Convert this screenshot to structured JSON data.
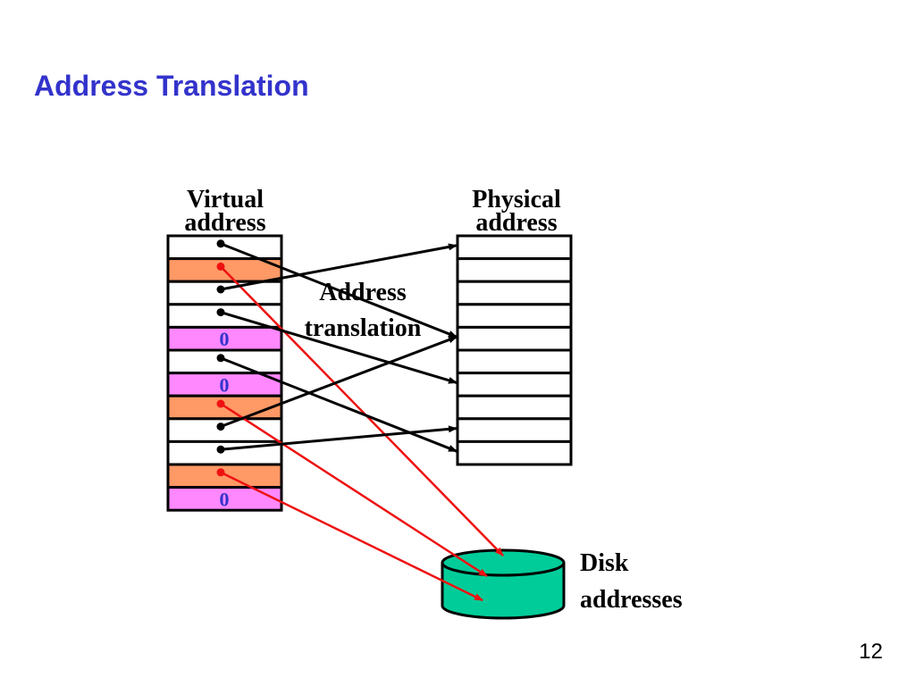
{
  "slide": {
    "title": "Address Translation",
    "page_number": "12"
  },
  "labels": {
    "virtual_line1": "Virtual",
    "virtual_line2": "address",
    "physical_line1": "Physical",
    "physical_line2": "address",
    "translation_line1": "Address",
    "translation_line2": "translation",
    "disk_line1": "Disk",
    "disk_line2": "addresses"
  },
  "colors": {
    "title": "#3333cc",
    "resident_entry": "#ffffff",
    "on_disk_entry": "#ff9966",
    "zero_entry": "#ff88ff",
    "disk": "#00cc99",
    "mapping_arrow": "#000000",
    "disk_arrow": "#ee1111",
    "zero_text": "#3333cc"
  },
  "virtual_entries": [
    {
      "kind": "mapped",
      "text": "",
      "target_frame": 4
    },
    {
      "kind": "disk",
      "text": "",
      "target_disk": 0
    },
    {
      "kind": "mapped",
      "text": "",
      "target_frame": 0
    },
    {
      "kind": "mapped",
      "text": "",
      "target_frame": 6
    },
    {
      "kind": "zero",
      "text": "0"
    },
    {
      "kind": "mapped",
      "text": "",
      "target_frame": 9
    },
    {
      "kind": "zero",
      "text": "0"
    },
    {
      "kind": "disk",
      "text": "",
      "target_disk": 1
    },
    {
      "kind": "mapped",
      "text": "",
      "target_frame": 4
    },
    {
      "kind": "mapped",
      "text": "",
      "target_frame": 8
    },
    {
      "kind": "disk",
      "text": "",
      "target_disk": 2
    },
    {
      "kind": "zero",
      "text": "0"
    }
  ],
  "physical_frame_count": 10
}
